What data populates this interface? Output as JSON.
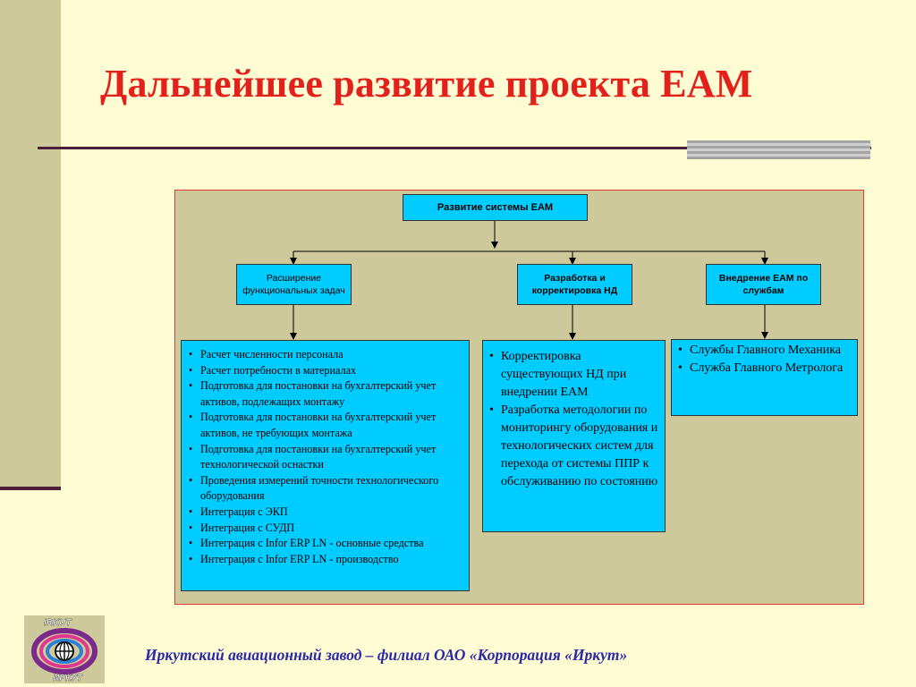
{
  "slide": {
    "title": "Дальнейшее развитие проекта ЕАМ",
    "footer": "Иркутский  авиационный  завод  – филиал ОАО «Корпорация «Иркут»",
    "logo": {
      "top_text": "IRKUT",
      "bottom_text": "ИРКУТ"
    },
    "colors": {
      "background": "#fffbd3",
      "panel": "#cdc99a",
      "node": "#00ccff",
      "title": "#e2211c",
      "footer": "#2a2aa8",
      "rule": "#4b1e3c"
    }
  },
  "diagram": {
    "root": "Развитие системы ЕАМ",
    "branches": [
      {
        "label": "Расширение функциональных задач",
        "items": [
          "Расчет численности персонала",
          "Расчет потребности в материалах",
          "Подготовка для постановки  на бухгалтерский учет  активов, подлежащих монтажу",
          "Подготовка для постановки на бухгалтерский учет активов, не требующих монтажа",
          "Подготовка для постановки на бухгалтерский учет технологической оснастки",
          "Проведения измерений точности технологического оборудования",
          "Интеграция с ЭКП",
          "Интеграция с СУДП",
          "Интеграция с Infor ERP LN - основные средства",
          "Интеграция с Infor ERP LN - производство"
        ]
      },
      {
        "label": "Разработка и корректировка НД",
        "items": [
          "Корректировка существующих НД при внедрении ЕАМ",
          "Разработка методологии по мониторингу оборудования и технологических систем для перехода от системы ППР к обслуживанию по состоянию"
        ]
      },
      {
        "label": "Внедрение ЕАМ по службам",
        "items": [
          "Службы Главного Механика",
          "Служба Главного Метролога"
        ]
      }
    ]
  }
}
